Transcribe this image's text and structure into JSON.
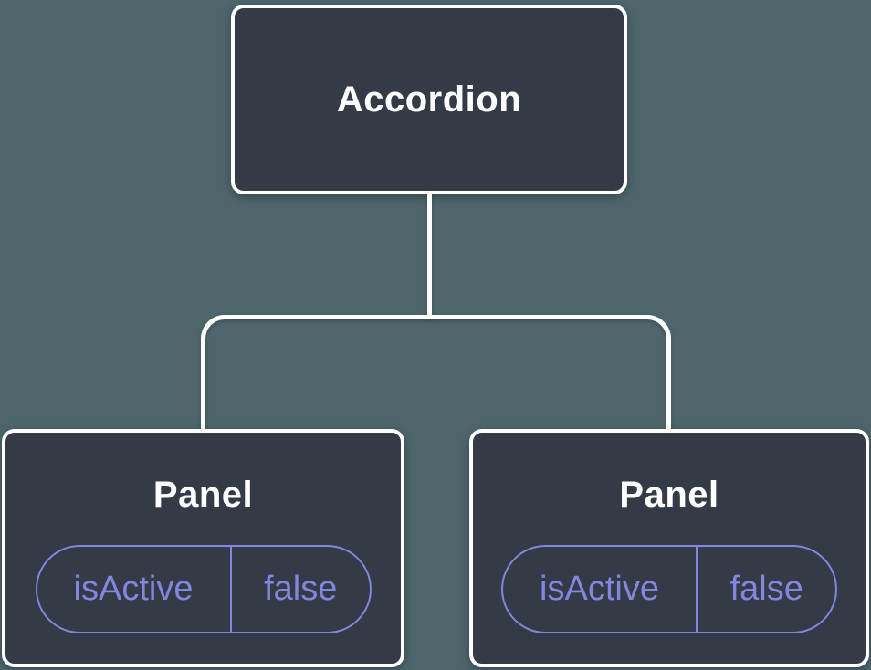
{
  "diagram": {
    "type": "component-tree",
    "colors": {
      "background": "#4D666C",
      "node_fill": "#343A46",
      "node_border": "#FFFFFF",
      "connector": "#FFFFFF",
      "state_accent": "#8286DE",
      "label_text": "#FFFFFF"
    },
    "root": {
      "label": "Accordion"
    },
    "children": [
      {
        "label": "Panel",
        "state": {
          "name": "isActive",
          "value": "false"
        }
      },
      {
        "label": "Panel",
        "state": {
          "name": "isActive",
          "value": "false"
        }
      }
    ]
  }
}
